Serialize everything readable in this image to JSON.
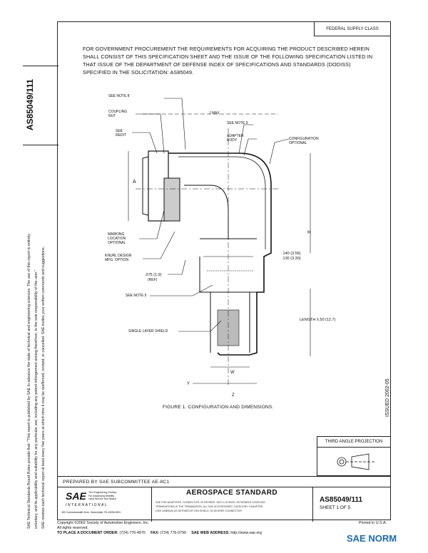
{
  "header": {
    "federal_supply_class": "FEDERAL SUPPLY CLASS",
    "doc_id_vertical": "AS85049/111"
  },
  "intro_text": "FOR GOVERNMENT PROCUREMENT THE REQUIREMENTS FOR ACQUIRING THE PRODUCT DESCRIBED HEREIN SHALL CONSIST OF THIS SPECIFICATION SHEET AND THE ISSUE OF THE FOLLOWING SPECIFICATION LISTED IN THAT ISSUE OF THE DEPARTMENT OF DEFENSE INDEX OF SPECIFICATIONS AND STANDARDS (DODISS) SPECIFIED IN THE SOLICITATION: AS85049.",
  "side_notes": {
    "line1": "SAE Technical Standards Board Rules provide that: \"This report is published by SAE to advance the state of technical and engineering sciences. The use of this report is entirely",
    "line2": "voluntary, and its applicability and suitability for any particular use, including any patent infringement arising therefrom, is the sole responsibility of the user.\"",
    "line3": "SAE reviews each technical report at least every five years at which time it may be reaffirmed, revised, or cancelled. SAE invites your written comments and suggestions."
  },
  "drawing": {
    "labels": {
      "see_note_8": "SEE NOTE 8",
      "coupling_nut_1": "COUPLING",
      "coupling_nut_2": "NUT",
      "see_redit_1": "SEE",
      "see_redit_2": "REDIT",
      "j_max": "J MAX",
      "see_note_9": "SEE NOTE 9",
      "adapter_body_1": "ADAPTER",
      "adapter_body_2": "BODY",
      "config_opt_1": "CONFIGURATION",
      "config_opt_2": "OPTIONAL",
      "dim_a": "A",
      "dim_h": "H",
      "marking_1": "MARKING",
      "marking_2": "LOCATION",
      "marking_3": "OPTIONAL",
      "knurl_1": "KNURL DESIGN",
      "knurl_2": "MFG. OPTION",
      "dim_140": ".140 (3.56)",
      "dim_130": ".130 (3.30)",
      "dim_075": ".075 (1.9)",
      "ref": "(REF)",
      "see_note_5": "SEE NOTE 5",
      "length": "LENGTH ±.50 (12.7)",
      "single_layer_shield": "SINGLE LAYER SHIELD",
      "dim_w": "W",
      "dim_y": "Y",
      "dim_z": "Z"
    },
    "caption": "FIGURE 1. CONFIGURATION AND DIMENSIONS."
  },
  "issued": "ISSUED 2002-05",
  "projection": {
    "title": "THIRD ANGLE PROJECTION"
  },
  "title_block": {
    "prepared_by": "PREPARED BY SAE SUBCOMMITTEE AE-8C1",
    "logo_text": "SAE",
    "logo_sub1": "The Engineering Society",
    "logo_sub2": "For Advancing Mobility",
    "logo_sub3": "Land Sea Air and Space",
    "logo_international": "INTERNATIONAL",
    "logo_address": "400 Commonwealth Drive, Warrendale, PA 15096-0001",
    "standard_title": "AEROSPACE STANDARD",
    "standard_text_1": "SAE FOR ADAPTERS, CONNECTOR, 90 DEGREE, SELF-LOCKING, ROTATABLE COUPLING",
    "standard_text_2": "TERMINATIONS IS THE TERMINATION, ALL SAE ACCESSORIES, CATEGORY 3 ADAPTER",
    "standard_text_3": "(SEE AS85049) AS DEFINED BY EMI SHIELD, 90 DEGREE CONNECTOR",
    "doc_number": "AS85049/111",
    "sheet": "SHEET 1 OF 5"
  },
  "footer": {
    "copyright": "Copyright ©2002 Society of Automotive Engineers, Inc.",
    "rights": "All rights reserved.",
    "printed": "Printed in U.S.A.",
    "order_label": "TO PLACE A DOCUMENT ORDER:",
    "order_phone": "(724) 776-4970",
    "fax_label": "FAX:",
    "fax_number": "(724) 776-0790",
    "web_label": "SAE WEB ADDRESS:",
    "web_address": "http://www.sae.org"
  },
  "watermark": "SAE NORM"
}
